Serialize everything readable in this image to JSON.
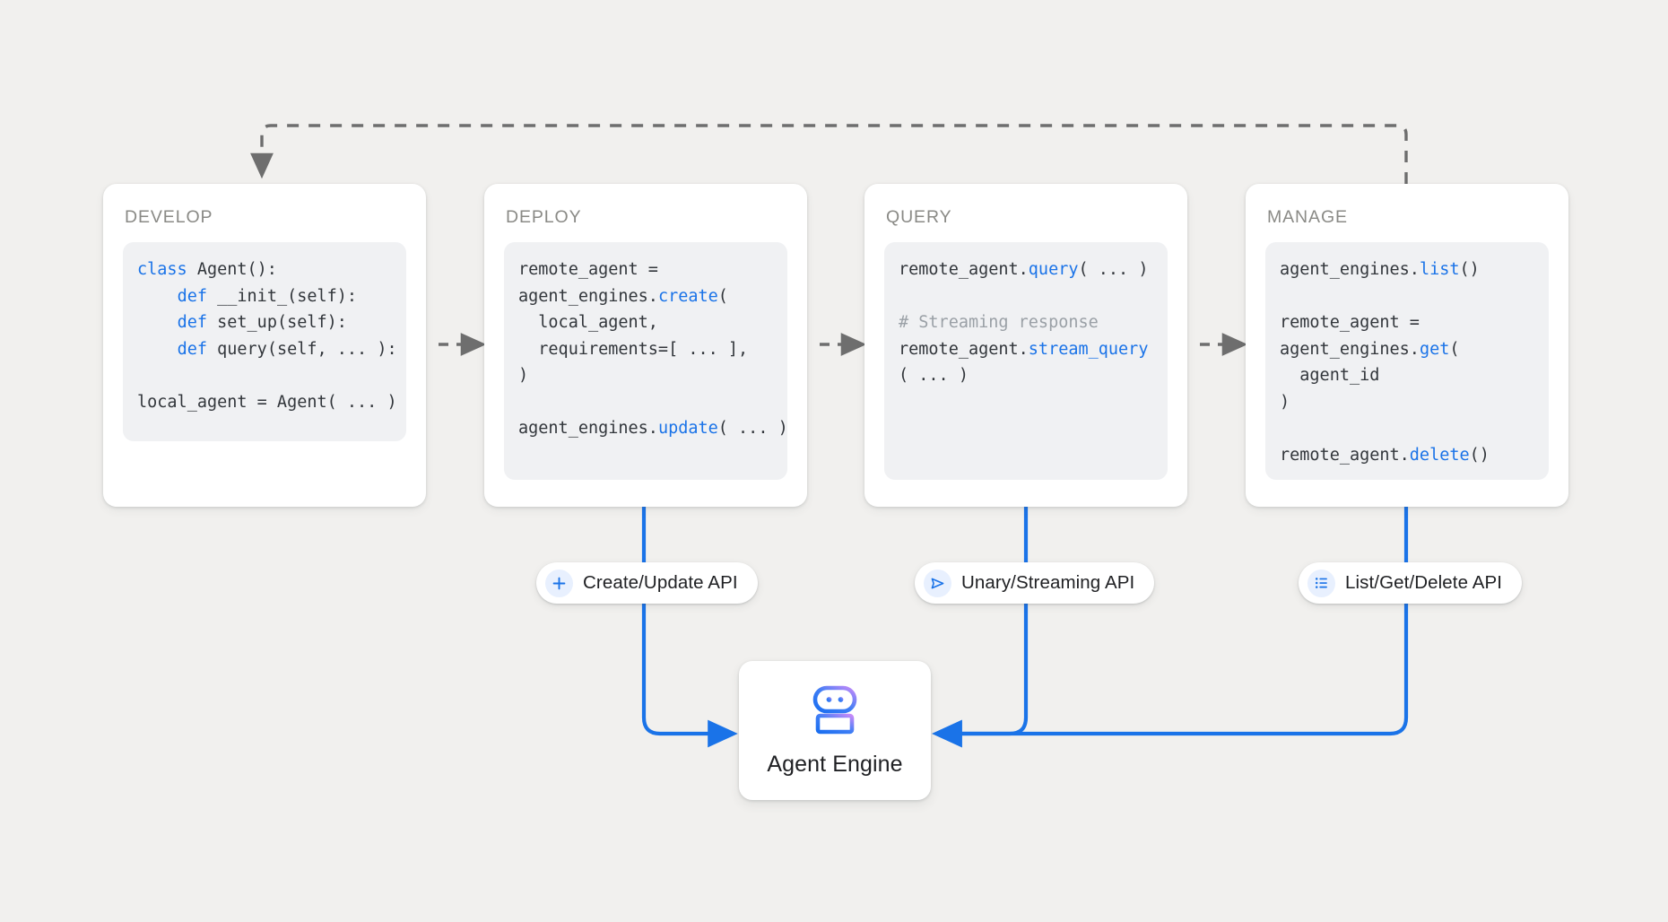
{
  "canvas": {
    "background_color": "#f1f0ee",
    "accent_blue": "#1a73e8",
    "arrow_gray": "#6e6e6e",
    "code_bg": "#f0f1f3"
  },
  "stages": [
    {
      "id": "develop",
      "title": "DEVELOP",
      "code_lines": [
        [
          {
            "t": "class ",
            "c": "kw"
          },
          {
            "t": "Agent():",
            "c": ""
          }
        ],
        [
          {
            "t": "    ",
            "c": ""
          },
          {
            "t": "def ",
            "c": "kw"
          },
          {
            "t": "__init_(self):",
            "c": ""
          }
        ],
        [
          {
            "t": "    ",
            "c": ""
          },
          {
            "t": "def ",
            "c": "kw"
          },
          {
            "t": "set_up(self):",
            "c": ""
          }
        ],
        [
          {
            "t": "    ",
            "c": ""
          },
          {
            "t": "def ",
            "c": "kw"
          },
          {
            "t": "query(self, ... ):",
            "c": ""
          }
        ],
        [
          {
            "t": "",
            "c": ""
          }
        ],
        [
          {
            "t": "local_agent = Agent( ... )",
            "c": ""
          }
        ]
      ]
    },
    {
      "id": "deploy",
      "title": "DEPLOY",
      "code_lines": [
        [
          {
            "t": "remote_agent =",
            "c": ""
          }
        ],
        [
          {
            "t": "agent_engines.",
            "c": ""
          },
          {
            "t": "create",
            "c": "fn"
          },
          {
            "t": "(",
            "c": ""
          }
        ],
        [
          {
            "t": "  local_agent,",
            "c": ""
          }
        ],
        [
          {
            "t": "  requirements=[ ... ],",
            "c": ""
          }
        ],
        [
          {
            "t": ")",
            "c": ""
          }
        ],
        [
          {
            "t": "",
            "c": ""
          }
        ],
        [
          {
            "t": "agent_engines.",
            "c": ""
          },
          {
            "t": "update",
            "c": "fn"
          },
          {
            "t": "( ... )",
            "c": ""
          }
        ]
      ]
    },
    {
      "id": "query",
      "title": "QUERY",
      "code_lines": [
        [
          {
            "t": "remote_agent.",
            "c": ""
          },
          {
            "t": "query",
            "c": "fn"
          },
          {
            "t": "( ... )",
            "c": ""
          }
        ],
        [
          {
            "t": "",
            "c": ""
          }
        ],
        [
          {
            "t": "# Streaming response",
            "c": "cm"
          }
        ],
        [
          {
            "t": "remote_agent.",
            "c": ""
          },
          {
            "t": "stream_query",
            "c": "fn"
          }
        ],
        [
          {
            "t": "( ... )",
            "c": ""
          }
        ]
      ]
    },
    {
      "id": "manage",
      "title": "MANAGE",
      "code_lines": [
        [
          {
            "t": "agent_engines.",
            "c": ""
          },
          {
            "t": "list",
            "c": "fn"
          },
          {
            "t": "()",
            "c": ""
          }
        ],
        [
          {
            "t": "",
            "c": ""
          }
        ],
        [
          {
            "t": "remote_agent =",
            "c": ""
          }
        ],
        [
          {
            "t": "agent_engines.",
            "c": ""
          },
          {
            "t": "get",
            "c": "fn"
          },
          {
            "t": "(",
            "c": ""
          }
        ],
        [
          {
            "t": "  agent_id",
            "c": ""
          }
        ],
        [
          {
            "t": ")",
            "c": ""
          }
        ],
        [
          {
            "t": "",
            "c": ""
          }
        ],
        [
          {
            "t": "remote_agent.",
            "c": ""
          },
          {
            "t": "delete",
            "c": "fn"
          },
          {
            "t": "()",
            "c": ""
          }
        ]
      ]
    }
  ],
  "api_pills": [
    {
      "id": "create",
      "label": "Create/Update API",
      "icon": "plus-icon"
    },
    {
      "id": "unary",
      "label": "Unary/Streaming API",
      "icon": "send-icon"
    },
    {
      "id": "list",
      "label": "List/Get/Delete API",
      "icon": "list-icon"
    }
  ],
  "agent_engine": {
    "label": "Agent Engine",
    "icon": "robot-icon",
    "icon_gradient_from": "#1a73e8",
    "icon_gradient_to": "#c58af9"
  }
}
